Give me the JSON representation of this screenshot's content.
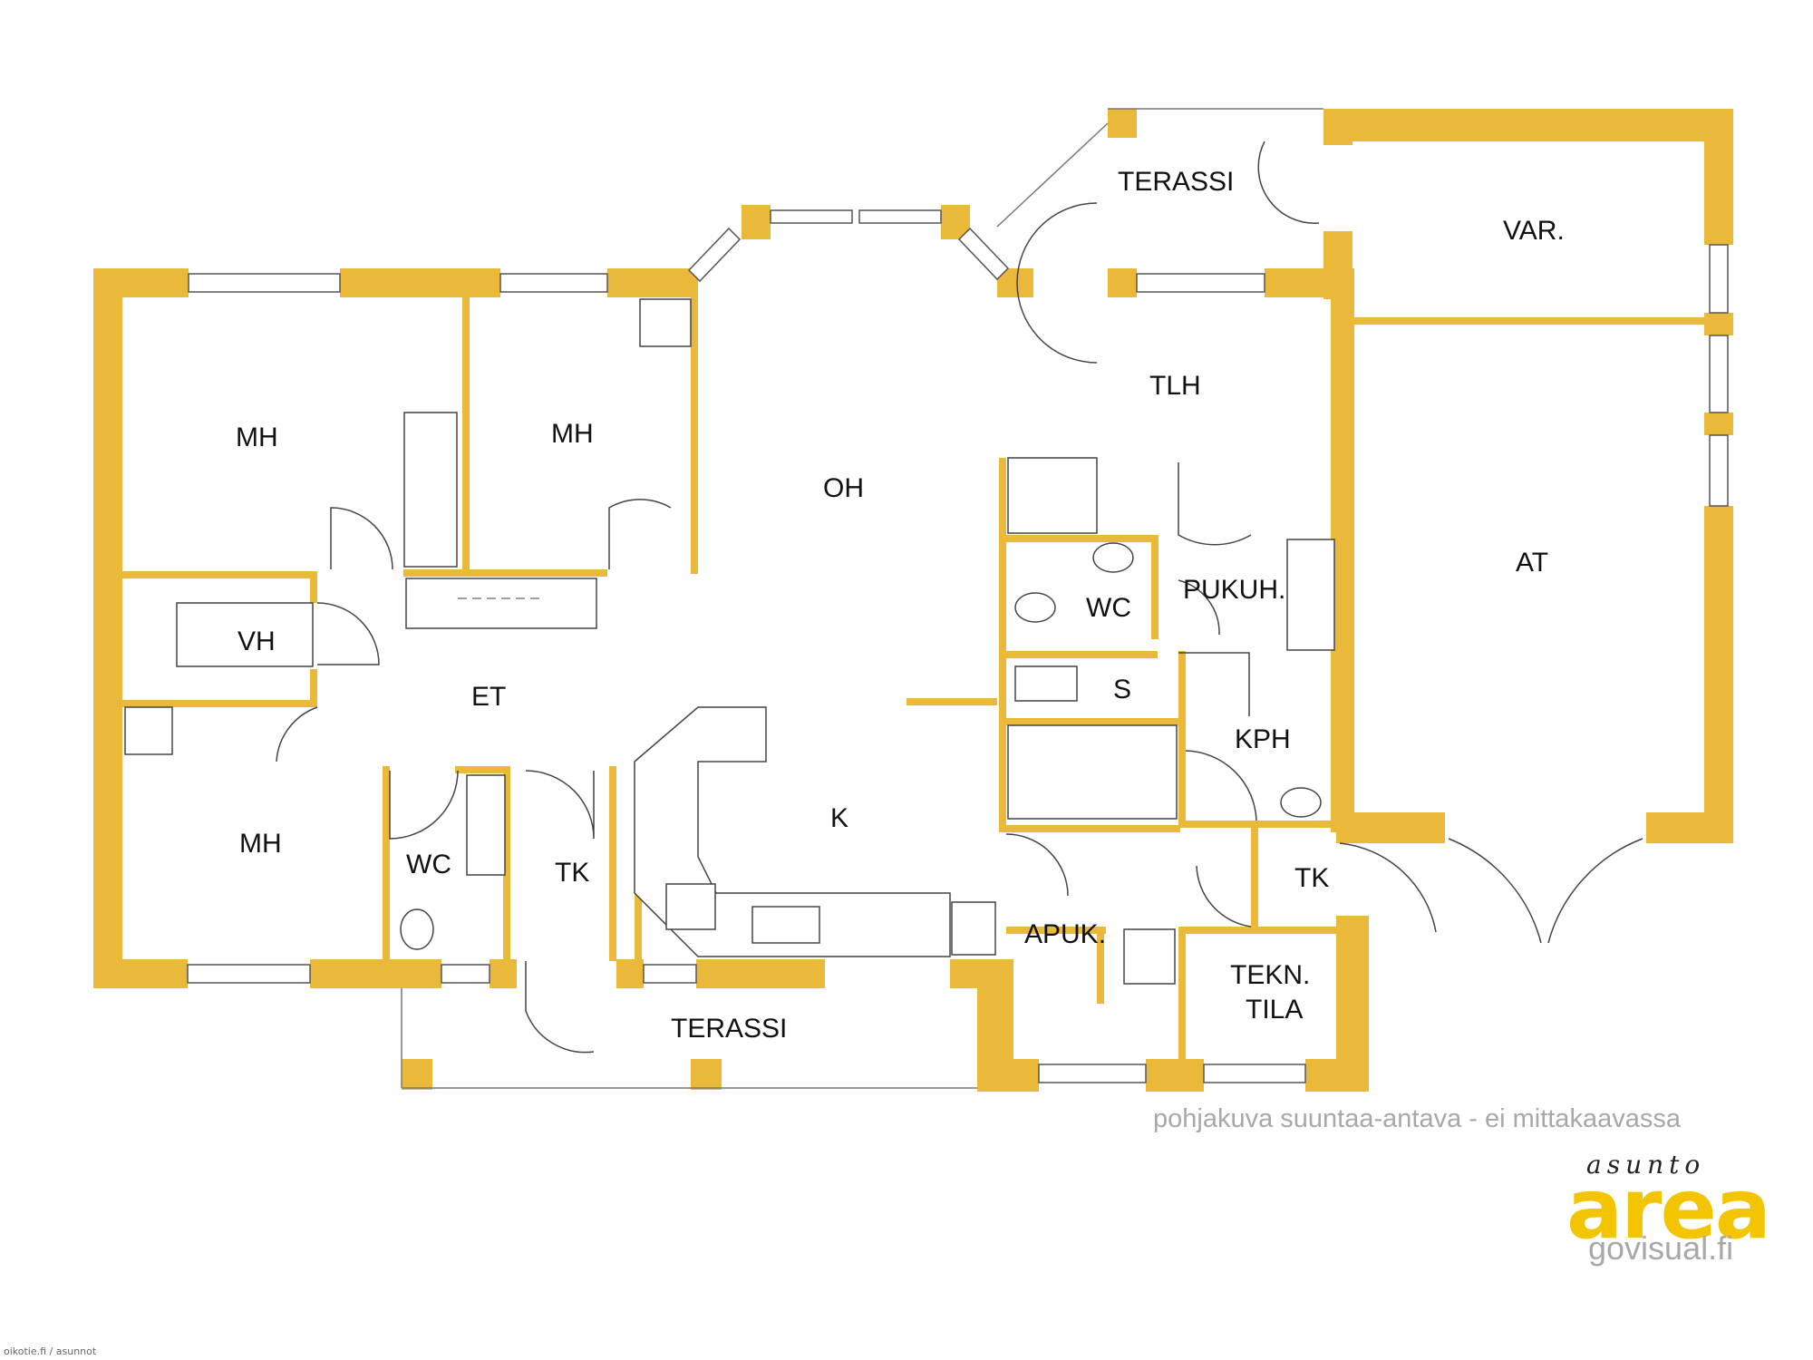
{
  "rooms": {
    "mh_top_left": "MH",
    "mh_top_middle": "MH",
    "mh_bottom_left": "MH",
    "vh": "VH",
    "et": "ET",
    "wc_left": "WC",
    "tk_left": "TK",
    "oh": "OH",
    "k": "K",
    "terassi_bottom": "TERASSI",
    "terassi_top": "TERASSI",
    "tlh": "TLH",
    "wc_right": "WC",
    "pukuh": "PUKUH.",
    "s": "S",
    "kph": "KPH",
    "apuk": "APUK.",
    "tk_right": "TK",
    "tekn_line1": "TEKN.",
    "tekn_line2": "TILA",
    "var": "VAR.",
    "at": "AT"
  },
  "disclaimer": "pohjakuva suuntaa-antava - ei mittakaavassa",
  "brand": {
    "tagline": "asunto",
    "name": "area",
    "site": "govisual.fi"
  },
  "credit": "oikotie.fi / asunnot",
  "colors": {
    "wall": "#ebb93a",
    "brand": "#f2c500",
    "muted_text": "#a8a8a8"
  }
}
